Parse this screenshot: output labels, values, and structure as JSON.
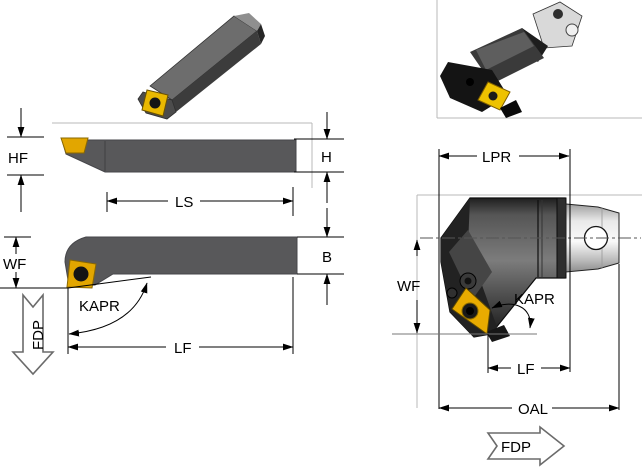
{
  "diagram_title": "toolholder-dimension-drawing",
  "colors": {
    "background": "#ffffff",
    "tool_body_gray": "#58585a",
    "insert_yellow": "#e2a600",
    "insert_hole_black": "#141414",
    "dimension_line": "#000000",
    "picture_frame_gray": "#b9b9b9",
    "fdp_arrow_outline": "#6b6b6b",
    "capto_head_dark": "#222222",
    "coupling_light": "#f0f0f0"
  },
  "left_view": {
    "labels": {
      "hf": "HF",
      "h": "H",
      "ls": "LS",
      "wf": "WF",
      "b": "B",
      "kapr": "KAPR",
      "lf": "LF",
      "fdp": "FDP"
    }
  },
  "right_view": {
    "labels": {
      "lpr": "LPR",
      "wf": "WF",
      "kapr": "KAPR",
      "lf": "LF",
      "oal": "OAL",
      "fdp": "FDP"
    }
  }
}
